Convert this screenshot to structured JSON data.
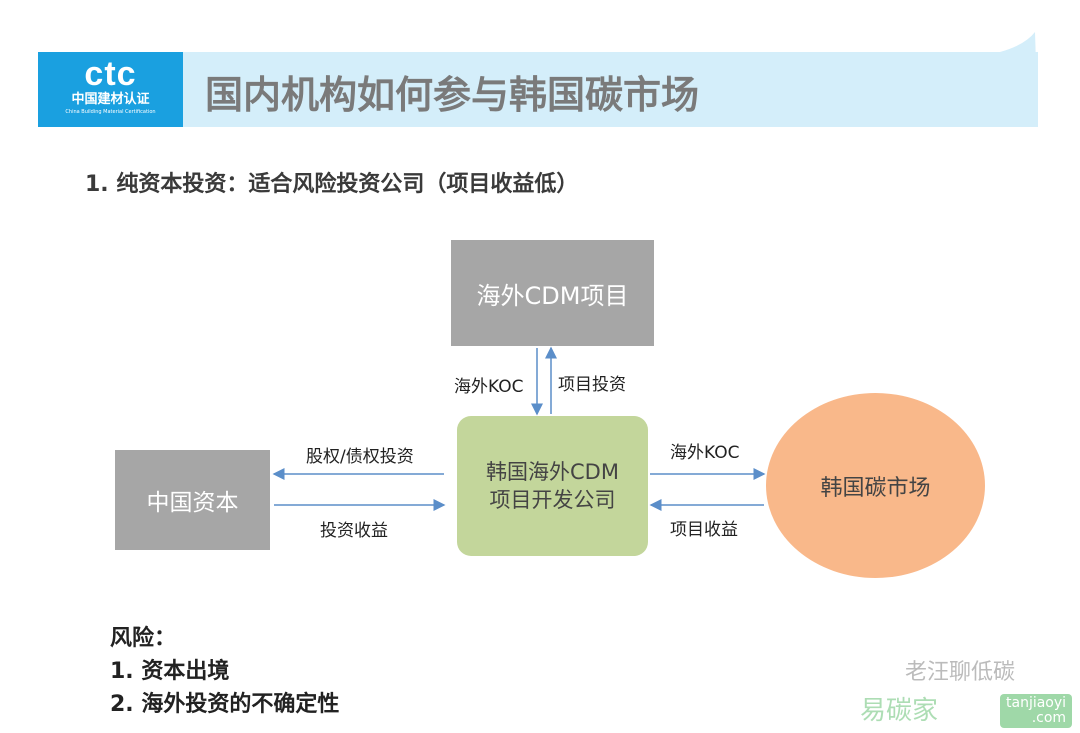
{
  "header": {
    "title": "国内机构如何参与韩国碳市场",
    "logo_mark": "ctc",
    "logo_cn": "中国建材认证",
    "logo_en": "China Building Material Certification"
  },
  "subtitle": "1. 纯资本投资：适合风险投资公司（项目收益低）",
  "diagram": {
    "nodes": {
      "cdm": "海外CDM项目",
      "center_line1": "韩国海外CDM",
      "center_line2": "项目开发公司",
      "china": "中国资本",
      "market": "韩国碳市场"
    },
    "edges": {
      "koc_down": "海外KOC",
      "invest_up": "项目投资",
      "equity": "股权/债权投资",
      "returns_left": "投资收益",
      "koc_right": "海外KOC",
      "returns_right": "项目收益"
    },
    "colors": {
      "gray": "#a6a6a6",
      "green": "#c3d69b",
      "orange": "#f9b88a",
      "arrow": "#5b8ec9"
    }
  },
  "risk": {
    "heading": "风险：",
    "items": [
      "1.  资本出境",
      "2.  海外投资的不确定性"
    ]
  },
  "watermark": {
    "a": "老汪聊低碳",
    "b": "易碳家",
    "c1": "tanjiaoyi",
    ".c2": ".com",
    "c2": ".com"
  }
}
